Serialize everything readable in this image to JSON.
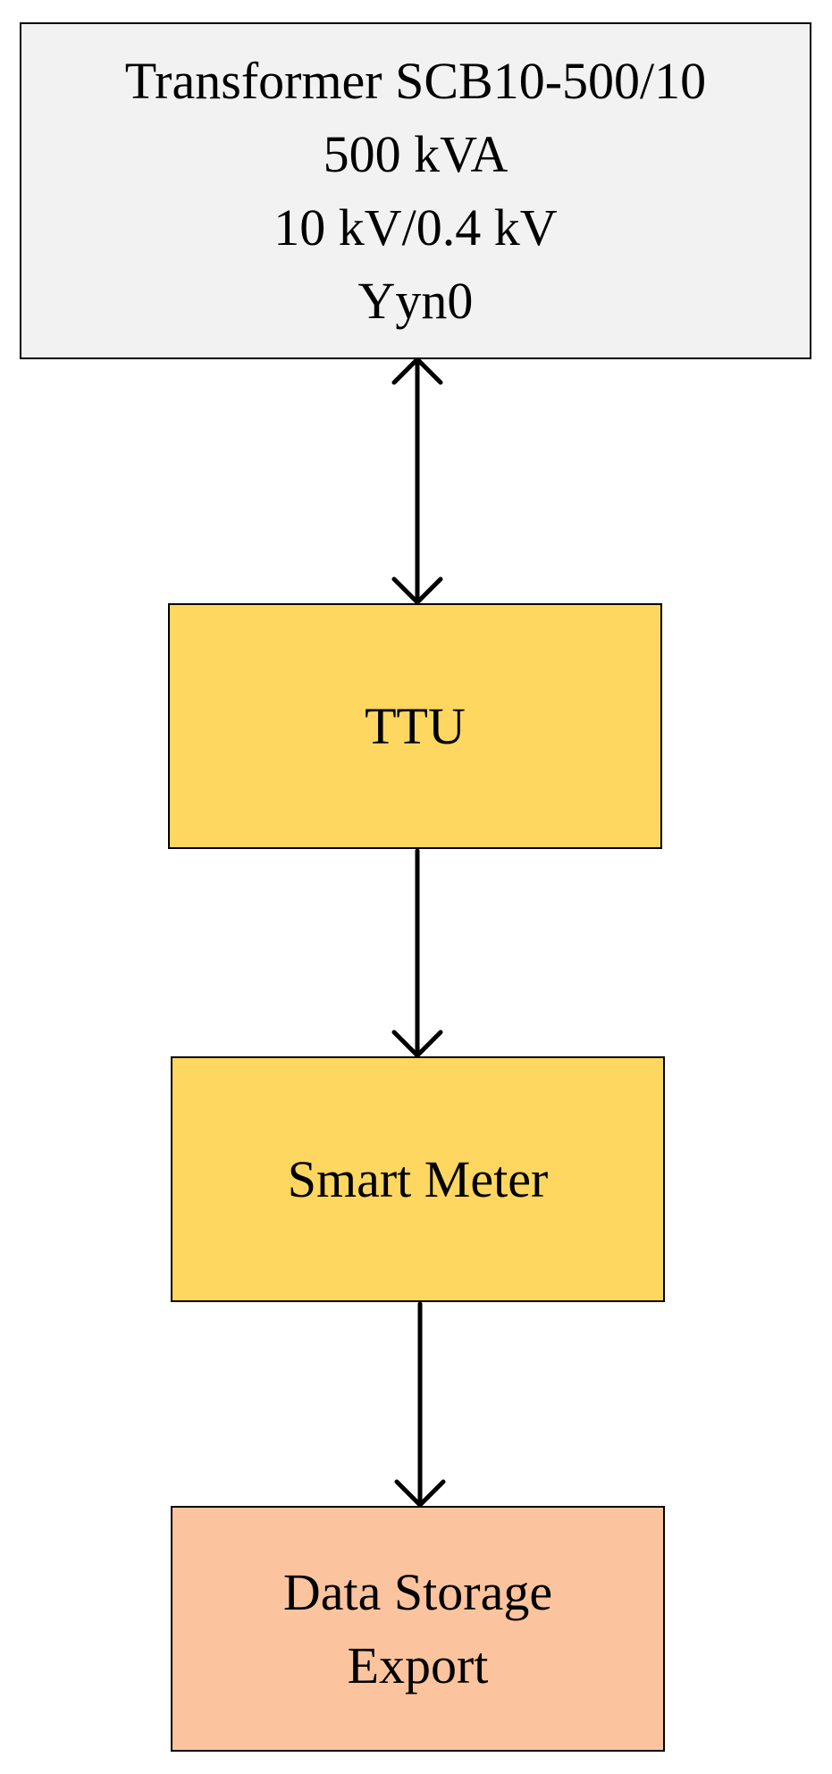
{
  "diagram": {
    "nodes": [
      {
        "id": "transformer",
        "lines": [
          "Transformer SCB10-500/10",
          "500 kVA",
          "10 kV/0.4 kV",
          "Yyn0"
        ],
        "fill": "#f2f2f2"
      },
      {
        "id": "ttu",
        "lines": [
          "TTU"
        ],
        "fill": "#fdd75f"
      },
      {
        "id": "meter",
        "lines": [
          "Smart Meter"
        ],
        "fill": "#fdd75f"
      },
      {
        "id": "storage",
        "lines": [
          "Data Storage",
          "Export"
        ],
        "fill": "#fcc49e"
      }
    ],
    "edges": [
      {
        "from": "transformer",
        "to": "ttu",
        "direction": "both"
      },
      {
        "from": "ttu",
        "to": "meter",
        "direction": "forward"
      },
      {
        "from": "meter",
        "to": "storage",
        "direction": "forward"
      }
    ]
  }
}
